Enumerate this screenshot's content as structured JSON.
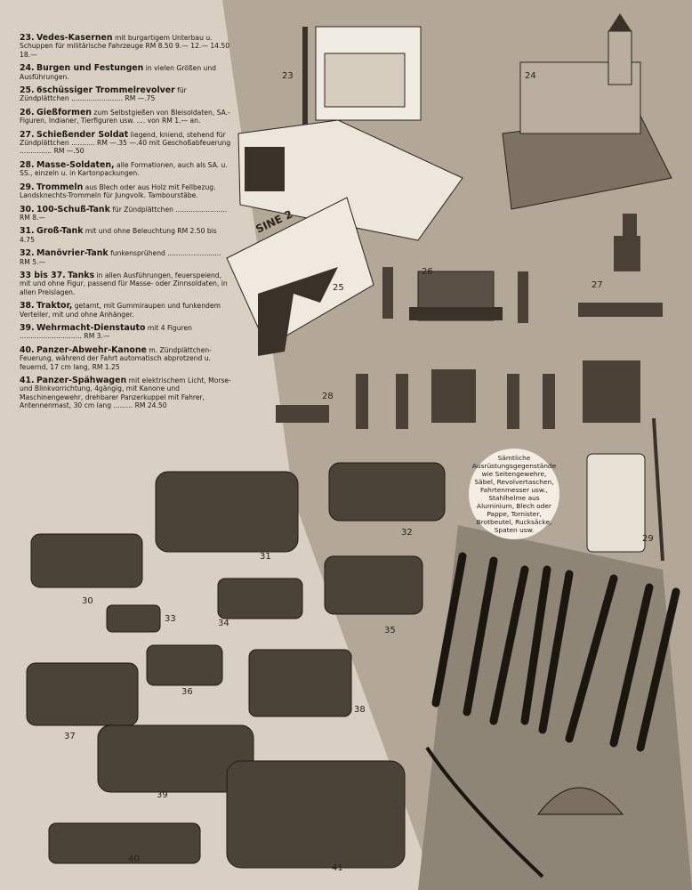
{
  "catalog": {
    "entries": [
      {
        "num": "23.",
        "name": "Vedes-Kasernen",
        "desc": "mit burgartigem Unterbau u. Schuppen für militärische Fahrzeuge RM 8.50  9.—  12.—  14.50  18.—"
      },
      {
        "num": "24.",
        "name": "Burgen und Festungen",
        "desc": "in vielen Größen und Ausführungen."
      },
      {
        "num": "25.",
        "name": "6schüssiger Trommelrevolver",
        "desc": "für Zündplättchen ........................ RM —.75"
      },
      {
        "num": "26.",
        "name": "Gießformen",
        "desc": "zum Selbstgießen von Bleisoldaten, SA.-Figuren, Indianer, Tierfiguren usw. .... von RM 1.— an."
      },
      {
        "num": "27.",
        "name": "Schießender Soldat",
        "desc": "liegend, kniend, stehend für Zündplättchen ........... RM —.35  —.40 mit Geschoßabfeuerung ............... RM —.50"
      },
      {
        "num": "28.",
        "name": "Masse-Soldaten,",
        "desc": "alle Formationen, auch als SA. u. SS., einzeln u. in Kartonpackungen."
      },
      {
        "num": "29.",
        "name": "Trommeln",
        "desc": "aus Blech oder aus Holz mit Fellbezug. Landsknechts-Trommeln für Jungvolk. Tambourstäbe."
      },
      {
        "num": "30.",
        "name": "100-Schuß-Tank",
        "desc": "für Zündplättchen ........................ RM 8.—"
      },
      {
        "num": "31.",
        "name": "Groß-Tank",
        "desc": "mit und ohne Beleuchtung RM 2.50 bis 4.75"
      },
      {
        "num": "32.",
        "name": "Manövrier-Tank",
        "desc": "funkensprühend ......................... RM 5.—"
      },
      {
        "num": "33 bis 37.",
        "name": "Tanks",
        "desc": "in allen Ausführungen, feuerspeiend, mit und ohne Figur, passend für Masse- oder Zinnsoldaten, in allen Preislagen."
      },
      {
        "num": "38.",
        "name": "Traktor,",
        "desc": "getarnt, mit Gummiraupen und funkendem Verteiler, mit und ohne Anhänger."
      },
      {
        "num": "39.",
        "name": "Wehrmacht-Dienstauto",
        "desc": "mit 4 Figuren ............................. RM 3.—"
      },
      {
        "num": "40.",
        "name": "Panzer-Abwehr-Kanone",
        "desc": "m. Zündplättchen-Feuerung, während der Fahrt automatisch abprotzend u. feuernd, 17 cm lang, RM 1.25"
      },
      {
        "num": "41.",
        "name": "Panzer-Spähwagen",
        "desc": "mit elektrischem Licht, Morse- und Blinkvorrichtung, 4gängig, mit Kanone und Maschinengewehr, drehbarer Panzerkuppel mit Fahrer, Antennenmast, 30 cm lang ......... RM 24.50"
      }
    ],
    "callout": "Sämtliche Ausrüstungsgegenstände wie Seitengewehre, Säbel, Revolvertaschen, Fahrtenmesser usw., Stahlhelme aus Aluminium, Blech oder Pappe, Tornister, Brotbeutel, Rucksäcke, Spaten usw.",
    "box_text": "SINE 2",
    "figure_labels": [
      "23",
      "24",
      "25",
      "26",
      "27",
      "28",
      "29",
      "30",
      "31",
      "32",
      "33",
      "34",
      "35",
      "36",
      "37",
      "38",
      "39",
      "40",
      "41"
    ]
  },
  "colors": {
    "paper": "#d9d0c3",
    "band": "#b3a797",
    "ink": "#1c1712"
  }
}
